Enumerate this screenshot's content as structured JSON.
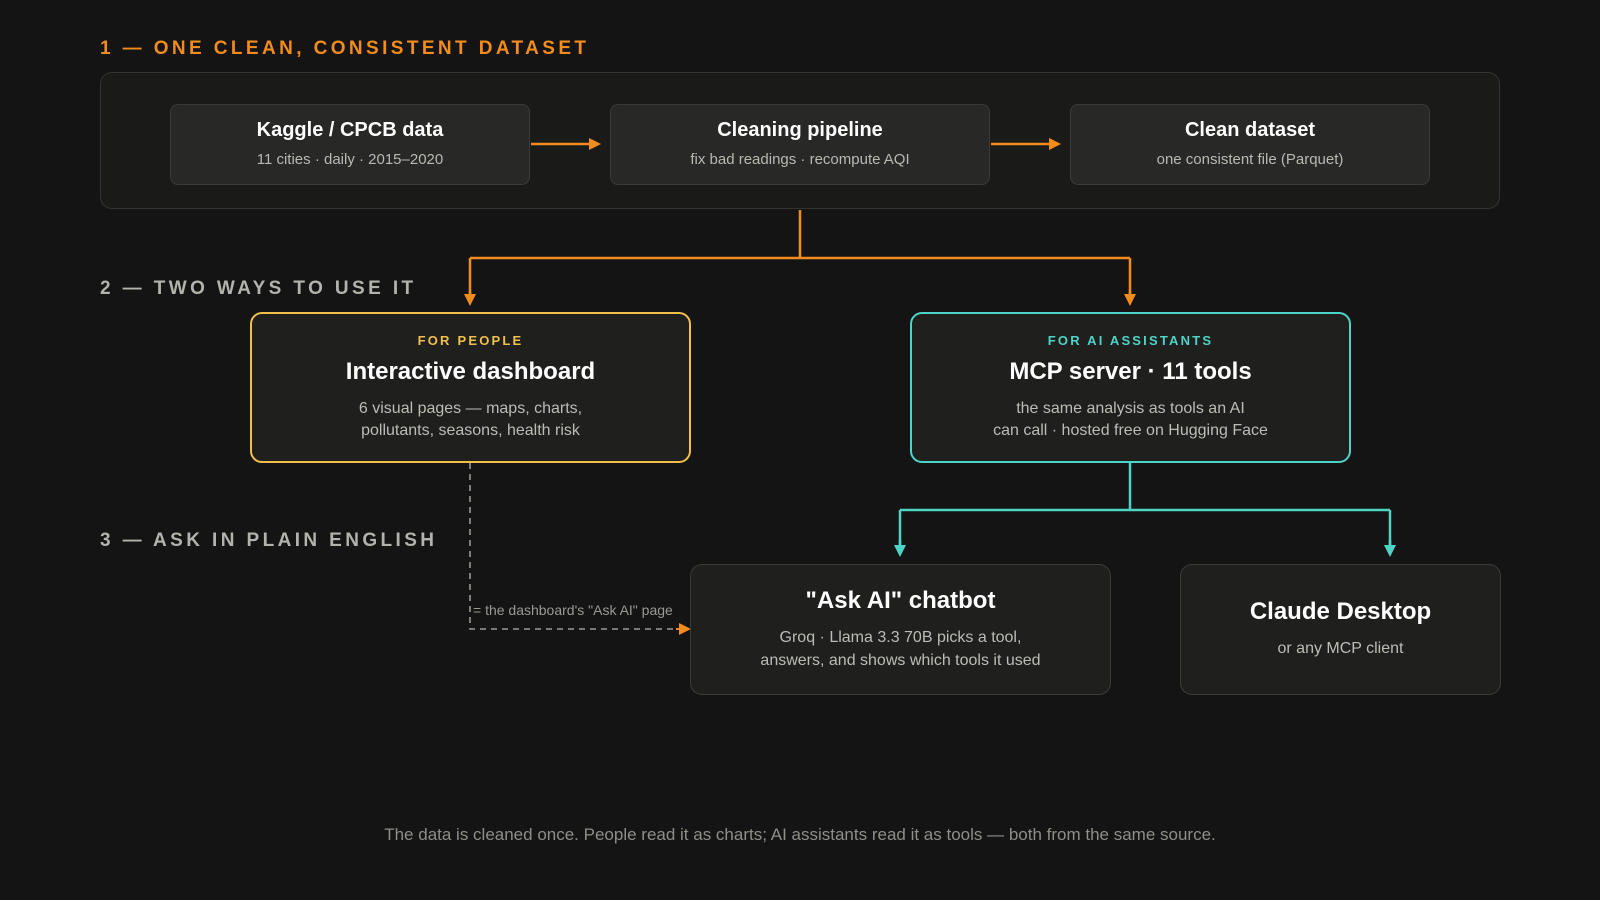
{
  "colors": {
    "orange": "#f28c1c",
    "yellow": "#f2c04a",
    "teal": "#4dd4c6",
    "gray_label": "#b3b3ad",
    "background": "#141414"
  },
  "sections": {
    "s1": "1 — ONE CLEAN, CONSISTENT DATASET",
    "s2": "2 — TWO WAYS TO USE IT",
    "s3": "3 — ASK IN PLAIN ENGLISH"
  },
  "pipeline": {
    "source": {
      "title": "Kaggle / CPCB data",
      "sub": "11 cities · daily · 2015–2020"
    },
    "cleaning": {
      "title": "Cleaning pipeline",
      "sub": "fix bad readings · recompute AQI"
    },
    "clean": {
      "title": "Clean dataset",
      "sub": "one consistent file (Parquet)"
    }
  },
  "people": {
    "eyebrow": "FOR PEOPLE",
    "title": "Interactive dashboard",
    "sub1": "6 visual pages — maps, charts,",
    "sub2": "pollutants, seasons, health risk"
  },
  "ai": {
    "eyebrow": "FOR AI ASSISTANTS",
    "title": "MCP server · 11 tools",
    "sub1": "the same analysis as tools an AI",
    "sub2": "can call · hosted free on Hugging Face"
  },
  "chatbot": {
    "title": "\"Ask AI\" chatbot",
    "sub1": "Groq · Llama 3.3 70B picks a tool,",
    "sub2": "answers, and shows which tools it used"
  },
  "claude": {
    "title": "Claude Desktop",
    "sub": "or any MCP client"
  },
  "dashboard_note": "= the dashboard's \"Ask AI\" page",
  "footer": "The data is cleaned once. People read it as charts; AI assistants read it as tools — both from the same source."
}
